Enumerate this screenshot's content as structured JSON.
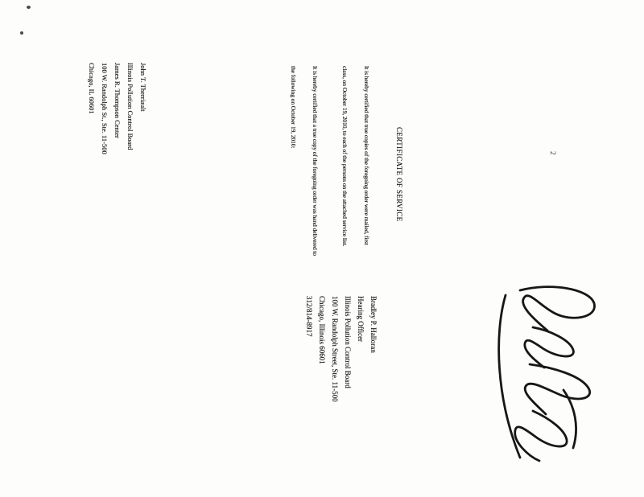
{
  "document": {
    "page_number": "2",
    "title": "CERTIFICATE OF SERVICE",
    "paragraph1": [
      "It is hereby certified that true copies of the foregoing order were mailed, first",
      "class, on October 19, 2010, to each of the persons on the attached service list."
    ],
    "paragraph2": [
      "It is hereby certified that a true copy of the foregoing order was hand delivered to",
      "the following on October 19, 2010:"
    ],
    "recipient": [
      "John T. Therriault",
      "Illinois Pollution Control Board",
      "James R. Thompson Center",
      "100 W. Randolph St., Ste. 11-500",
      "Chicago, IL 60601"
    ],
    "signature_block": [
      "Bradley P. Halloran",
      "Hearing Officer",
      "Illinois Pollution Control Board",
      "100 W. Randolph Street, Ste. 11-500",
      "Chicago, Illinois 60601",
      "312/814-8917"
    ],
    "signature_icon": "handwritten-signature",
    "colors": {
      "paper": "#fdfdfc",
      "ink": "#1f1f1f"
    }
  }
}
